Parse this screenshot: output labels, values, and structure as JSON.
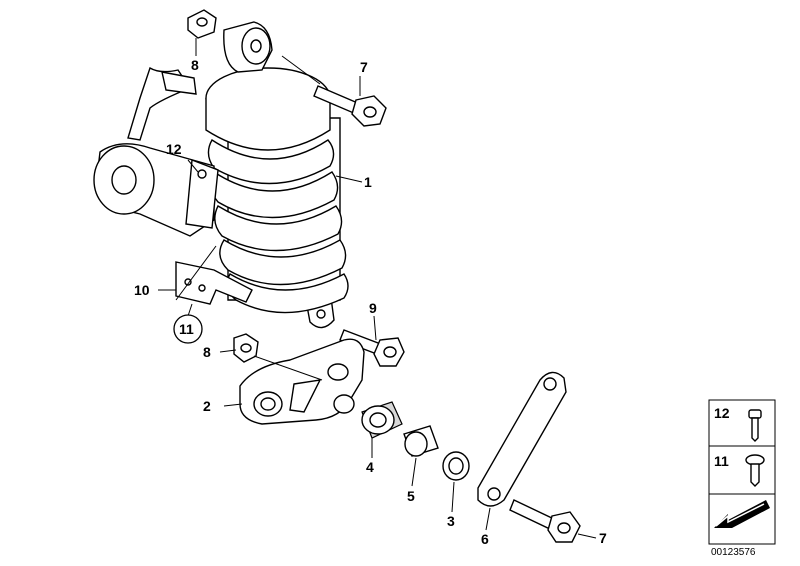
{
  "callouts": {
    "c1": "1",
    "c2": "2",
    "c3": "3",
    "c4": "4",
    "c5": "5",
    "c6": "6",
    "c7a": "7",
    "c7b": "7",
    "c8a": "8",
    "c8b": "8",
    "c9": "9",
    "c10": "10",
    "c11": "11",
    "c12": "12"
  },
  "legend": {
    "item_a": "12",
    "item_b": "11"
  },
  "reference_code": "00123576"
}
